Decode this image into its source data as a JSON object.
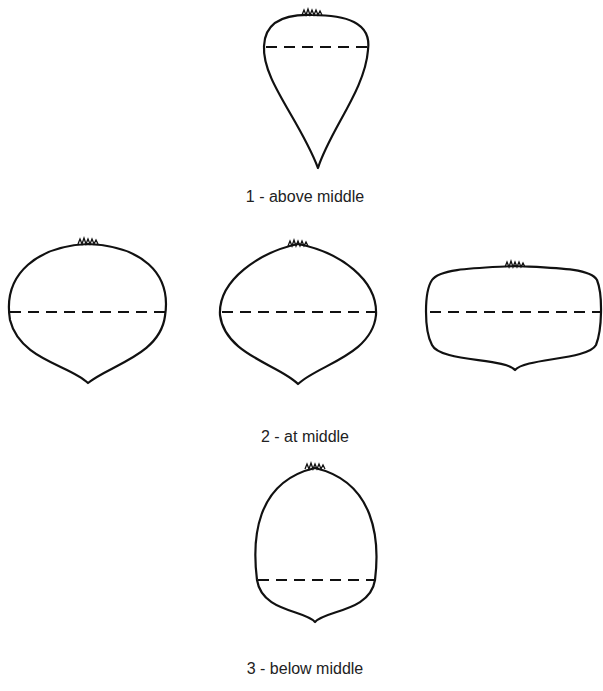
{
  "diagram": {
    "labels": [
      "1 - above middle",
      "2 - at middle",
      "3 - below middle"
    ]
  }
}
